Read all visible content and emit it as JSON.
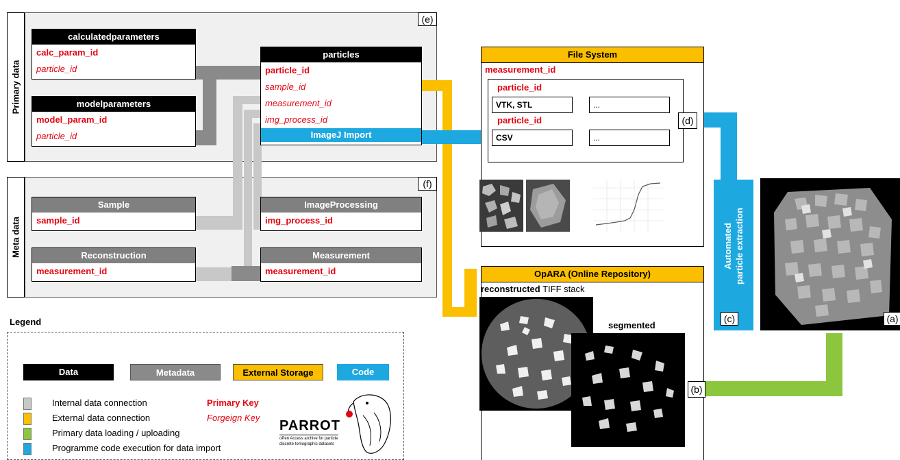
{
  "sections": {
    "primary_label": "Primary data",
    "meta_label": "Meta data",
    "tag_e": "(e)",
    "tag_f": "(f)",
    "tag_d": "(d)",
    "tag_b": "(b)",
    "tag_c": "(c)",
    "tag_a": "(a)"
  },
  "tables": {
    "calculatedparameters": {
      "title": "calculatedparameters",
      "pk": "calc_param_id",
      "fk": "particle_id"
    },
    "modelparameters": {
      "title": "modelparameters",
      "pk": "model_param_id",
      "fk": "particle_id"
    },
    "particles": {
      "title": "particles",
      "pk": "particle_id",
      "fk1": "sample_id",
      "fk2": "measurement_id",
      "fk3": "img_process_id",
      "code": "ImageJ Import"
    },
    "sample": {
      "title": "Sample",
      "pk": "sample_id"
    },
    "imageprocessing": {
      "title": "ImageProcessing",
      "pk": "img_process_id"
    },
    "reconstruction": {
      "title": "Reconstruction",
      "pk": "measurement_id"
    },
    "measurement": {
      "title": "Measurement",
      "pk": "measurement_id"
    }
  },
  "filesystem": {
    "title": "File System",
    "measurement_id": "measurement_id",
    "particle_id_1": "particle_id",
    "vtk_stl": "VTK, STL",
    "dots_1": "...",
    "particle_id_2": "particle_id",
    "csv": "CSV",
    "dots_2": "..."
  },
  "opara": {
    "title": "OpARA (Online Repository)",
    "reconstructed_bold": "reconstructed",
    "reconstructed_rest": " TIFF stack",
    "segmented": "segmented"
  },
  "extraction": {
    "line1": "Automated",
    "line2": "particle extraction"
  },
  "legend": {
    "title": "Legend",
    "data": "Data",
    "metadata": "Metadata",
    "external_storage": "External Storage",
    "code": "Code",
    "internal": "Internal data connection",
    "external": "External data connection",
    "loading": "Primary data loading / uploading",
    "programme": "Programme code execution for data import",
    "primary_key": "Primary Key",
    "foreign_key": "Forgeign Key",
    "parrot": "PARROT",
    "parrot_sub1": "oPen Access archive for particle",
    "parrot_sub2": "discrete tomographic datasets"
  },
  "colors": {
    "data": "#000000",
    "metadata": "#808080",
    "external_storage": "#fbbf00",
    "code": "#1da8e0",
    "loading": "#8cc63f",
    "internal": "#c8c8c8",
    "key": "#e30613"
  }
}
